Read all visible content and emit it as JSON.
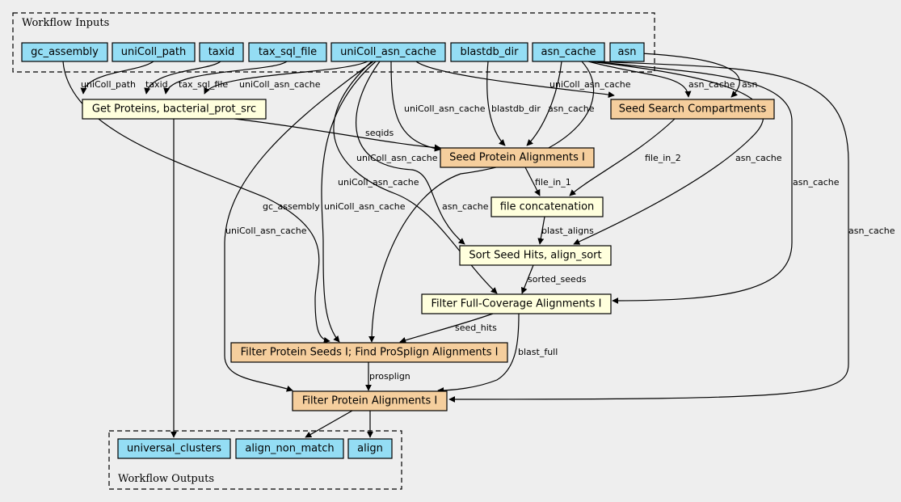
{
  "clusters": {
    "inputs": "Workflow Inputs",
    "outputs": "Workflow Outputs"
  },
  "inputs": {
    "gc_assembly": "gc_assembly",
    "uniColl_path": "uniColl_path",
    "taxid": "taxid",
    "tax_sql_file": "tax_sql_file",
    "uniColl_asn_cache": "uniColl_asn_cache",
    "blastdb_dir": "blastdb_dir",
    "asn_cache": "asn_cache",
    "asn": "asn"
  },
  "steps": {
    "get_proteins": "Get Proteins, bacterial_prot_src",
    "seed_search": "Seed Search Compartments",
    "seed_protein": "Seed Protein Alignments I",
    "file_concat": "file concatenation",
    "sort_seed": "Sort Seed Hits, align_sort",
    "filter_full": "Filter Full-Coverage Alignments I",
    "filter_seeds": "Filter Protein Seeds I; Find ProSplign Alignments I",
    "filter_align": "Filter Protein Alignments I"
  },
  "outputs": {
    "universal_clusters": "universal_clusters",
    "align_non_match": "align_non_match",
    "align": "align"
  },
  "edge_labels": {
    "e_path": "uniColl_path",
    "e_taxid": "taxid",
    "e_taxsql": "tax_sql_file",
    "e_uac_get": "uniColl_asn_cache",
    "e_uac_seedsearch": "uniColl_asn_cache",
    "e_asn_seedsearch": "asn_cache",
    "e_asn2": "asn",
    "e_seqids": "seqids",
    "e_uac_seedprot": "uniColl_asn_cache",
    "e_blastdb": "blastdb_dir",
    "e_asn_seedprot": "asn_cache",
    "e_uac_sort": "uniColl_asn_cache",
    "e_file_in_2": "file_in_2",
    "e_file_in_1": "file_in_1",
    "e_asn_sort": "asn_cache",
    "e_uac_full": "uniColl_asn_cache",
    "e_gc": "gc_assembly",
    "e_uac_filterseeds": "uniColl_asn_cache",
    "e_asn_filterseeds": "asn_cache",
    "e_asn_full": "asn_cache",
    "e_uac_filteralign": "uniColl_asn_cache",
    "e_asn_filteralign": "asn_cache",
    "e_blast_aligns": "blast_aligns",
    "e_sorted": "sorted_seeds",
    "e_seed_hits": "seed_hits",
    "e_blast_full": "blast_full",
    "e_prosplign": "prosplign"
  }
}
